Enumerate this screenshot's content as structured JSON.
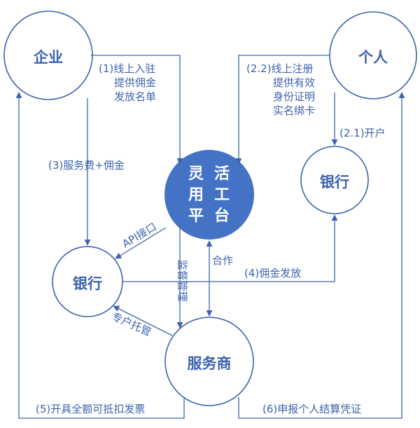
{
  "nodes": {
    "enterprise": "企业",
    "individual": "个人",
    "bank_left": "银行",
    "bank_right": "银行",
    "service_provider": "服务商",
    "platform": [
      "灵",
      "活",
      "用",
      "工",
      "平",
      "台"
    ]
  },
  "labels": {
    "e1": [
      "(1)线上入驻",
      "提供佣金",
      "发放名单"
    ],
    "e22": [
      "(2.2)线上注册",
      "提供有效",
      "身份证明",
      "实名绑卡"
    ],
    "e21": "(2.1)开户",
    "e3": "(3)服务费+佣金",
    "api": "API接口",
    "supervise": "监督管理",
    "coop": "合作",
    "e4": "(4)佣金发放",
    "custody": "专户托管",
    "e5": "(5)开具全额可抵扣发票",
    "e6": "(6)申报个人结算凭证"
  },
  "colors": {
    "primary": "#3d63ad",
    "fill": "#4472c4",
    "white": "#ffffff"
  }
}
